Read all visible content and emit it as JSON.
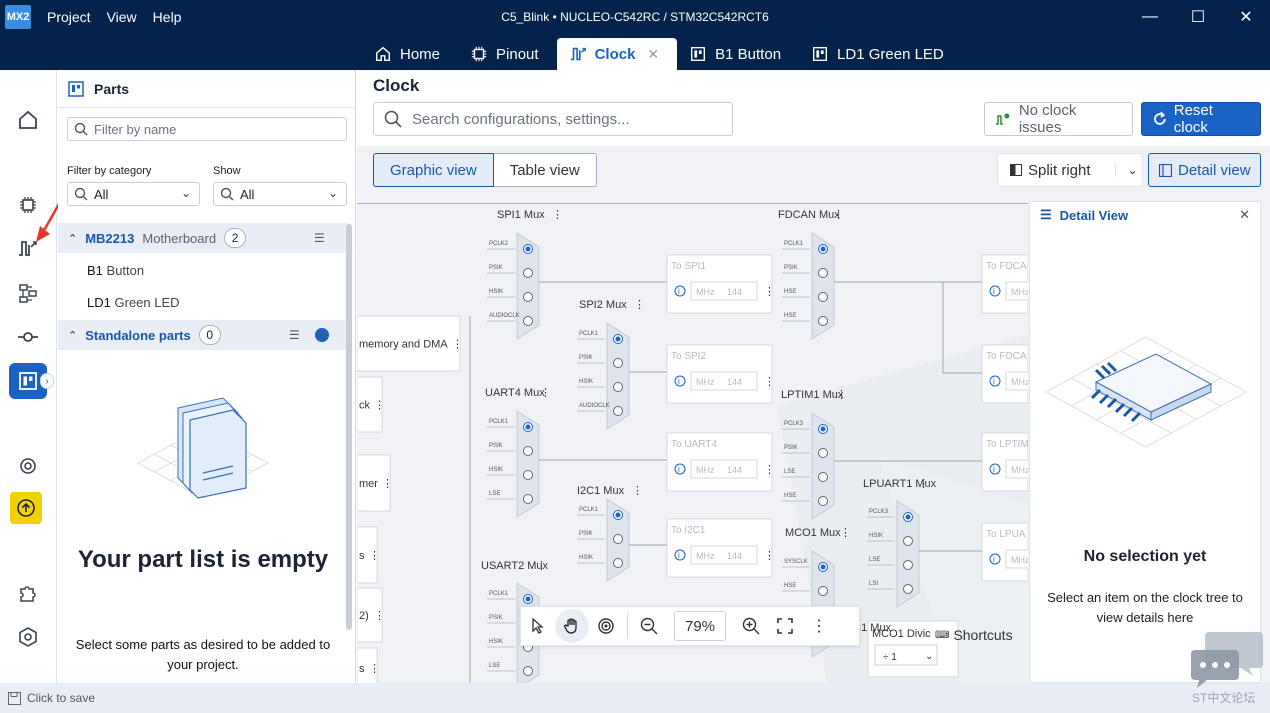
{
  "titlebar": {
    "logo": "MX2",
    "menu": [
      "Project",
      "View",
      "Help"
    ],
    "title": "C5_Blink  •  NUCLEO-C542RC / STM32C542RCT6",
    "min": "—",
    "max": "☐",
    "close": "✕"
  },
  "tabs": [
    {
      "label": "Home"
    },
    {
      "label": "Pinout"
    },
    {
      "label": "Clock",
      "close": "✕"
    },
    {
      "label": "B1 Button"
    },
    {
      "label": "LD1 Green LED"
    }
  ],
  "parts": {
    "title": "Parts",
    "filter_placeholder": "Filter by name",
    "category_label": "Filter by category",
    "category_value": "All",
    "show_label": "Show",
    "show_value": "All",
    "group1": {
      "name": "MB2213",
      "desc": "Motherboard",
      "count": "2"
    },
    "items": [
      {
        "ref": "B1",
        "name": "Button"
      },
      {
        "ref": "LD1",
        "name": "Green LED"
      }
    ],
    "group2": {
      "name": "Standalone parts",
      "count": "0"
    },
    "empty_title": "Your part list is empty",
    "empty_sub": "Select some parts as desired to be added to your project."
  },
  "main": {
    "title": "Clock",
    "search_placeholder": "Search configurations, settings...",
    "no_issues": "No clock issues",
    "reset": "Reset clock",
    "graphic_view": "Graphic view",
    "table_view": "Table view",
    "split_right": "Split right",
    "detail_view": "Detail view"
  },
  "diagram": {
    "muxes": [
      "SPI1 Mux",
      "SPI2 Mux",
      "UART4 Mux",
      "I2C1 Mux",
      "USART2 Mux",
      "I3C1 Mux",
      "FDCAN Mux",
      "LPTIM1 Mux",
      "LPUART1 Mux",
      "MCO1 Mux"
    ],
    "targets": [
      "To SPI1",
      "To SPI2",
      "To UART4",
      "To I2C1",
      "To FDCA",
      "To FDCA",
      "To LPTIM",
      "To LPUA"
    ],
    "left_blocks": [
      "memory and DMA",
      "ck",
      "mer",
      "s",
      "2)",
      "s"
    ],
    "mhz_unit": "MHz",
    "mhz_value": "144",
    "mco1_div": "MCO1 Divic",
    "mco1_div_value": "÷ 1",
    "inputs": [
      "PCLK2",
      "PSIK",
      "HSIK",
      "AUDIOCLK",
      "PCLK1",
      "LSE",
      "SYSCLK",
      "LSI",
      "PCLK3",
      "HSE"
    ]
  },
  "detail": {
    "title": "Detail View",
    "close": "✕",
    "no_selection": "No selection yet",
    "no_selection_sub": "Select an item on the clock tree to view details here"
  },
  "zoom": {
    "value": "79%",
    "shortcuts": "Shortcuts"
  },
  "status": {
    "text": "Click to save"
  },
  "watermark": {
    "text": "ST中文论坛"
  },
  "colors": {
    "navy": "#03234b",
    "accent": "#1a62c4",
    "yellow": "#f2d100"
  }
}
